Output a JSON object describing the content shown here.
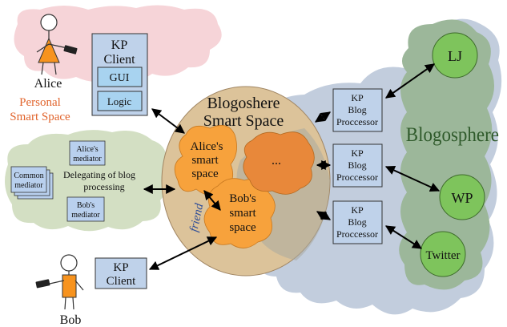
{
  "alice": {
    "name": "Alice",
    "space_label_line1": "Personal",
    "space_label_line2": "Smart Space"
  },
  "bob": {
    "name": "Bob"
  },
  "kp_client_alice": {
    "line1": "KP",
    "line2": "Client",
    "gui": "GUI",
    "logic": "Logic"
  },
  "kp_client_bob": {
    "line1": "KP",
    "line2": "Client"
  },
  "mediation": {
    "alice_mediator_line1": "Alice's",
    "alice_mediator_line2": "mediator",
    "common_mediator_line1": "Common",
    "common_mediator_line2": "mediator",
    "bob_mediator_line1": "Bob's",
    "bob_mediator_line2": "mediator",
    "delegating_line1": "Delegating of blog",
    "delegating_line2": "processing"
  },
  "blogosphere_space": {
    "title_line1": "Blogoshere",
    "title_line2": "Smart Space",
    "alice_space_line1": "Alice's",
    "alice_space_line2": "smart",
    "alice_space_line3": "space",
    "bob_space_line1": "Bob's",
    "bob_space_line2": "smart",
    "bob_space_line3": "space",
    "ellipsis": "...",
    "friend": "friend"
  },
  "blog_processors": [
    {
      "line1": "KP",
      "line2": "Blog",
      "line3": "Proccessor"
    },
    {
      "line1": "KP",
      "line2": "Blog",
      "line3": "Proccessor"
    },
    {
      "line1": "KP",
      "line2": "Blog",
      "line3": "Proccessor"
    }
  ],
  "blogosphere": {
    "title": "Blogosphere",
    "services": [
      "LJ",
      "WP",
      "Twitter"
    ]
  },
  "colors": {
    "pink_cloud": "#f6d4d8",
    "green_cloud": "#d3dfc3",
    "blue_cloud": "#c2cddd",
    "smart_space": "#dcc39a",
    "personal_space": "#f7a23c",
    "kp_box": "#b9d0ee",
    "service_circle": "#7ec45c",
    "person_orange": "#f7931e",
    "personal_label": "#e1642c",
    "friend_label": "#2e4d97",
    "blogosphere_label": "#2f5a2b"
  }
}
